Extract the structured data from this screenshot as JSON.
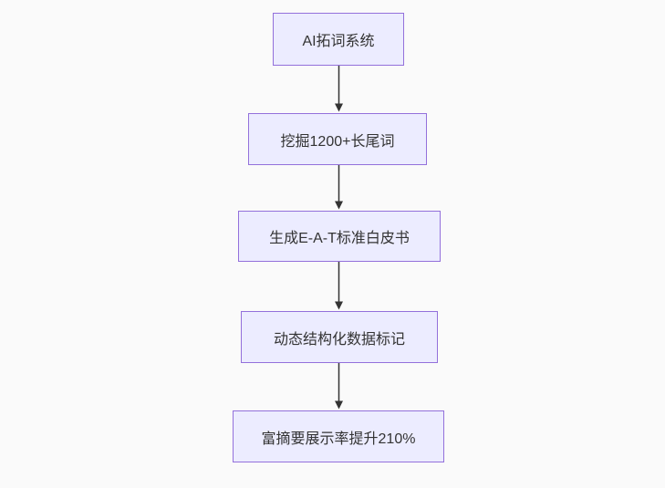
{
  "diagram": {
    "type": "flowchart",
    "direction": "top-down",
    "nodes": [
      {
        "id": "n1",
        "label": "AI拓词系统"
      },
      {
        "id": "n2",
        "label": "挖掘1200+长尾词"
      },
      {
        "id": "n3",
        "label": "生成E-A-T标准白皮书"
      },
      {
        "id": "n4",
        "label": "动态结构化数据标记"
      },
      {
        "id": "n5",
        "label": "富摘要展示率提升210%"
      }
    ],
    "edges": [
      {
        "from": "n1",
        "to": "n2"
      },
      {
        "from": "n2",
        "to": "n3"
      },
      {
        "from": "n3",
        "to": "n4"
      },
      {
        "from": "n4",
        "to": "n5"
      }
    ],
    "colors": {
      "node_fill": "#ECECFF",
      "node_border": "#9370DB",
      "text": "#333333",
      "arrow": "#333333",
      "background": "#fafafa"
    }
  }
}
